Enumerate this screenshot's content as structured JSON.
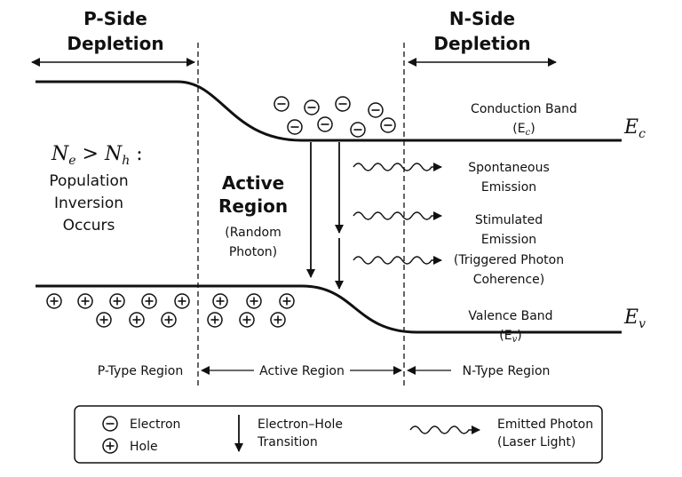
{
  "depletion": {
    "p_side": [
      "P-Side",
      "Depletion"
    ],
    "n_side": [
      "N-Side",
      "Depletion"
    ]
  },
  "bands": {
    "conduction": {
      "label": "Conduction Band",
      "symbol": "(E",
      "sub": "c",
      "close": ")"
    },
    "valence": {
      "label": "Valence Band",
      "symbol": "(E",
      "sub": "v",
      "close": ")"
    },
    "ec_main": "E",
    "ec_sub": "c",
    "ev_main": "E",
    "ev_sub": "v"
  },
  "population": {
    "ne": "N",
    "ne_sub": "e",
    "gt": " > ",
    "nh": "N",
    "nh_sub": "h",
    "colon": " :",
    "lines": [
      "Population",
      "Inversion",
      "Occurs"
    ]
  },
  "active": {
    "title": [
      "Active",
      "Region"
    ],
    "sub": [
      "(Random",
      "Photon)"
    ]
  },
  "emissions": {
    "spontaneous": [
      "Spontaneous",
      "Emission"
    ],
    "stimulated": [
      "Stimulated",
      "Emission",
      "(Triggered Photon",
      "Coherence)"
    ]
  },
  "regions": {
    "p_type": "P-Type Region",
    "active": "Active Region",
    "n_type": "N-Type Region"
  },
  "legend": {
    "electron": "Electron",
    "hole": "Hole",
    "transition": [
      "Electron–Hole",
      "Transition"
    ],
    "photon": [
      "Emitted Photon",
      "(Laser Light)"
    ]
  },
  "symbols": {
    "electron": "−",
    "hole": "+"
  }
}
